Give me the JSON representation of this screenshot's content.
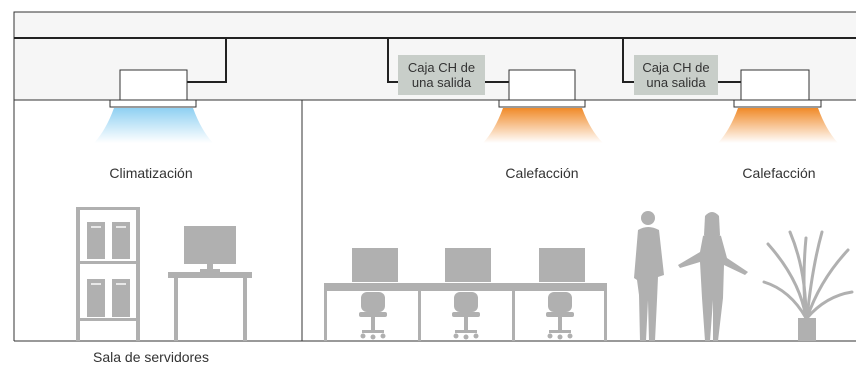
{
  "labels": {
    "cooling": "Climatización",
    "heating_1": "Calefacción",
    "heating_2": "Calefacción",
    "room": "Sala de servidores"
  },
  "ch_boxes": [
    {
      "line1": "Caja CH de",
      "line2": "una salida"
    },
    {
      "line1": "Caja CH de",
      "line2": "una salida"
    }
  ],
  "colors": {
    "ceiling": "#f6f6f6",
    "line": "#222222",
    "silhouette": "#b0b0b0",
    "ch_box": "#c8cec9",
    "cool_airflow": "#8fd0f2",
    "heat_airflow": "#f08a28",
    "text": "#333333"
  }
}
